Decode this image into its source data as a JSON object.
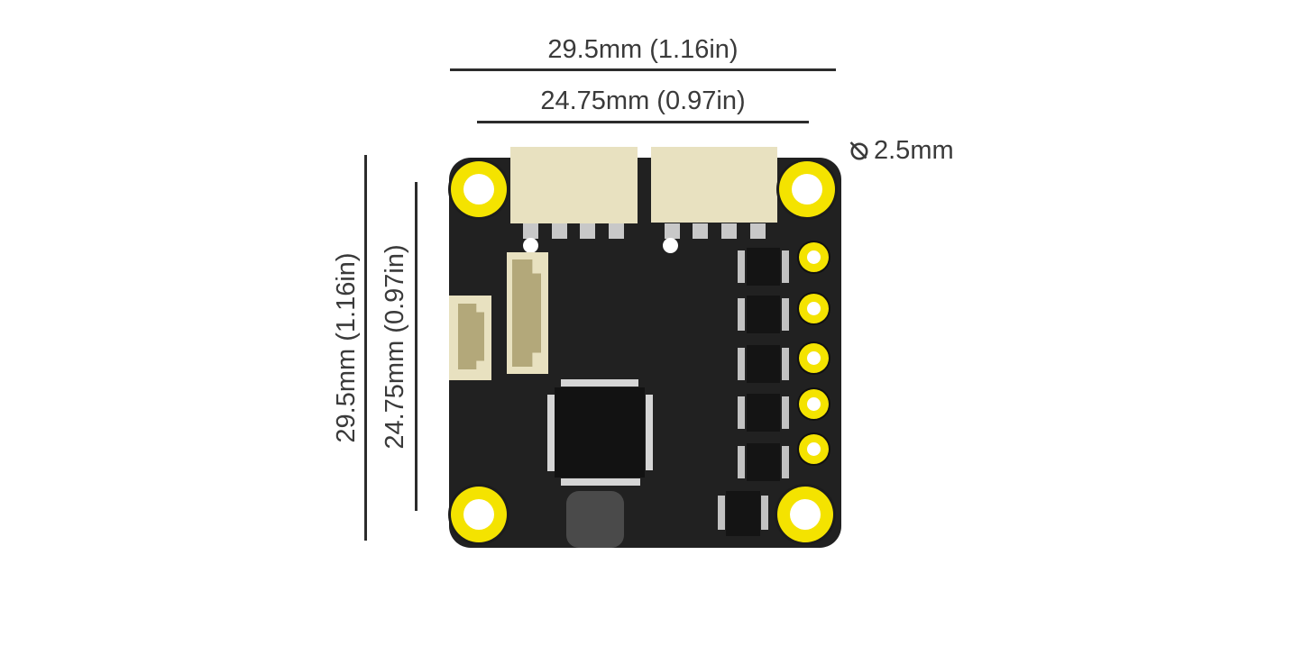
{
  "labels": {
    "top_outer": "29.5mm (1.16in)",
    "top_inner": "24.75mm (0.97in)",
    "left_outer": "29.5mm (1.16in)",
    "left_inner": "24.75mm (0.97in)",
    "hole_diameter": "2.5mm",
    "diameter_symbol": "⌀"
  },
  "colors": {
    "board": "#212121",
    "pad_yellow": "#F4E300",
    "connector_beige": "#E8E1C0",
    "connector_inner_tan": "#B3A87A",
    "pin_gray": "#C8C8C8",
    "chip_body": "#121212",
    "chip_pin_gray": "#D5D5D5",
    "smd_body": "#141414",
    "smd_pad": "#C2C2C2",
    "button_gray": "#4A4A4A",
    "dimension_line": "#2C2C2C",
    "text": "#3A3A3A",
    "background": "#FFFFFF"
  },
  "icons": {
    "diameter": "diameter-icon"
  }
}
